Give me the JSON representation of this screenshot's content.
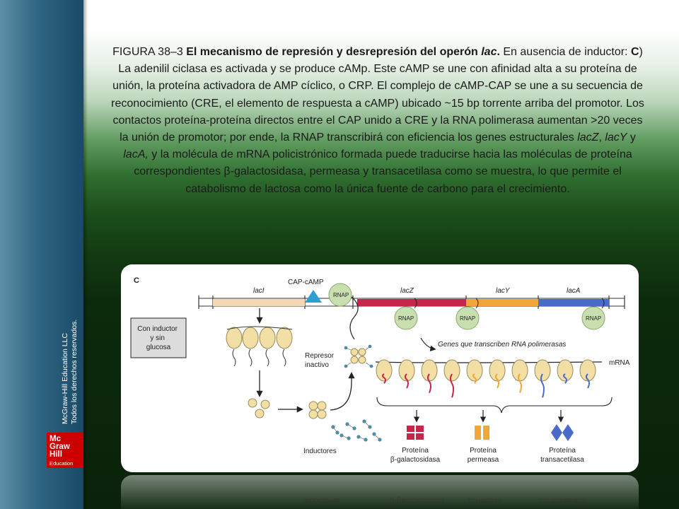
{
  "sidebar": {
    "copyright_line1": "McGraw-Hill Education LLC",
    "copyright_line2": "Todos los derechos reservados.",
    "logo": [
      "Mc",
      "Graw",
      "Hill",
      "Education"
    ]
  },
  "caption": {
    "figure_label": "FIGURA 38–3 ",
    "bold_title": "El mecanismo de represión y desrepresión del operón ",
    "bold_title_italic": "lac",
    "bold_title_end": ".",
    "part1": " En ausencia de inductor: ",
    "part_letter": "C",
    "part2": ") La adenilil ciclasa es activada y se produce cAMp. Este cAMP se une con afinidad alta a su proteína de unión, la proteína activadora de AMP cíclico, o CRP. El complejo de cAMP-CAP se une a su secuencia de reconocimiento (CRE, el elemento de respuesta a cAMP) ubicado ~15 bp torrente arriba del promotor. Los contactos proteína-proteína directos entre el CAP unido a CRE y la RNA polimerasa aumentan >20 veces la unión de promotor; por ende, la RNAP transcribirá con eficiencia los genes estructurales ",
    "gene_z": "lacZ",
    "sep1": ", ",
    "gene_y": "lacY",
    "sep2": " y ",
    "gene_a": "lacA,",
    "part3": " y la molécula de mRNA policistrónico formada puede traducirse hacia las moléculas de proteína correspondientes β-galactosidasa, permeasa y transacetilasa como se muestra, lo que permite el catabolismo de lactosa como la única fuente de carbono para el crecimiento."
  },
  "diagram": {
    "panel_letter": "C",
    "cap_label": "CAP-cAMP",
    "rnap": "RNAP",
    "genes": {
      "laci": "lacI",
      "lacz": "lacZ",
      "lacy": "lacY",
      "laca": "lacA"
    },
    "condition_box": "Con inductor y sin glucosa",
    "repressor_label": "Represor inactivo",
    "transcribing_label": "Genes que transcriben RNA polimerasas",
    "mrna_label": "mRNA",
    "inducers_label": "Inductores",
    "products": [
      {
        "line1": "Proteína",
        "line2": "β-galactosidasa"
      },
      {
        "line1": "Proteína",
        "line2": "permeasa"
      },
      {
        "line1": "Proteína",
        "line2": "transacetilasa"
      }
    ],
    "colors": {
      "laci": "#f6d7b4",
      "lacz": "#c8254a",
      "lacy": "#f2a63a",
      "laca": "#4b6bc9",
      "rnap": "#c9dfb0",
      "repressor": "#f2dfa5",
      "cap": "#2f9fd1"
    }
  }
}
